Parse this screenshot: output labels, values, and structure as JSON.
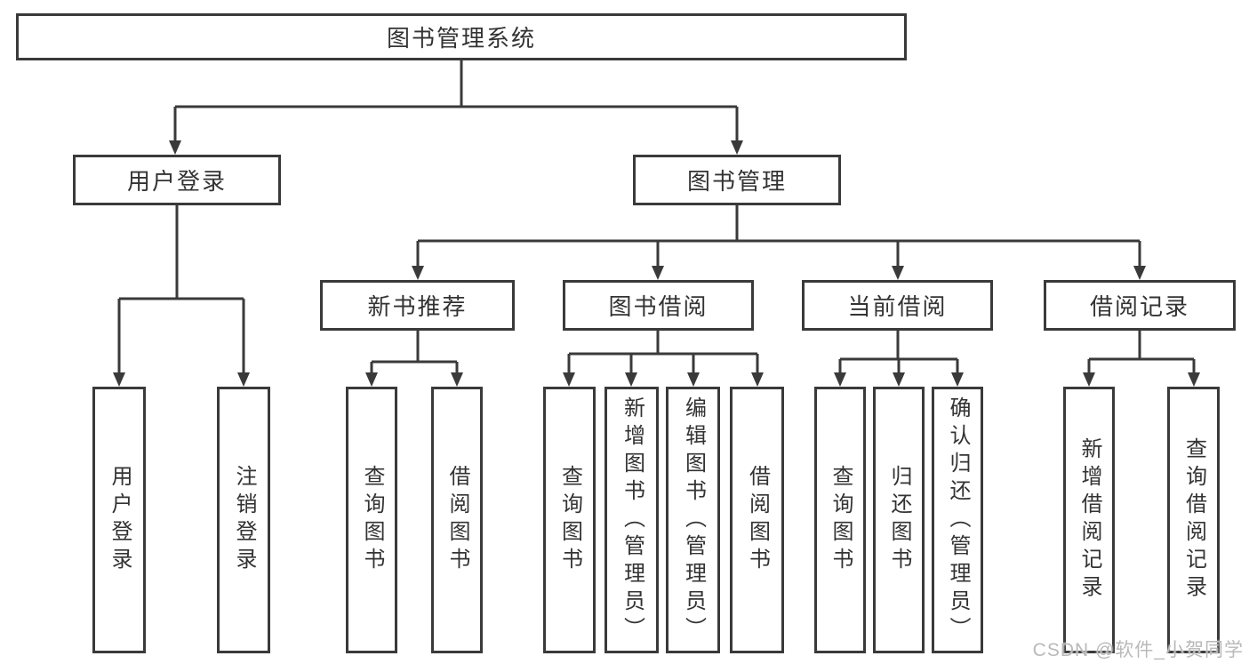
{
  "tree": {
    "label": "图书管理系统",
    "children": [
      {
        "label": "用户登录",
        "children": [
          {
            "label": "用户登录"
          },
          {
            "label": "注销登录"
          }
        ]
      },
      {
        "label": "图书管理",
        "children": [
          {
            "label": "新书推荐",
            "children": [
              {
                "label": "查询图书"
              },
              {
                "label": "借阅图书"
              }
            ]
          },
          {
            "label": "图书借阅",
            "children": [
              {
                "label": "查询图书"
              },
              {
                "label": "新增图书（管理员）"
              },
              {
                "label": "编辑图书（管理员）"
              },
              {
                "label": "借阅图书"
              }
            ]
          },
          {
            "label": "当前借阅",
            "children": [
              {
                "label": "查询图书"
              },
              {
                "label": "归还图书"
              },
              {
                "label": "确认归还（管理员）"
              }
            ]
          },
          {
            "label": "借阅记录",
            "children": [
              {
                "label": "新增借阅记录"
              },
              {
                "label": "查询借阅记录"
              }
            ]
          }
        ]
      }
    ]
  },
  "watermark": {
    "text": "CSDN @软件_小贺同学"
  },
  "colors": {
    "line": "#3a3a3a",
    "text": "#333333",
    "watermark": "#b9b9b9",
    "background": "#ffffff"
  }
}
